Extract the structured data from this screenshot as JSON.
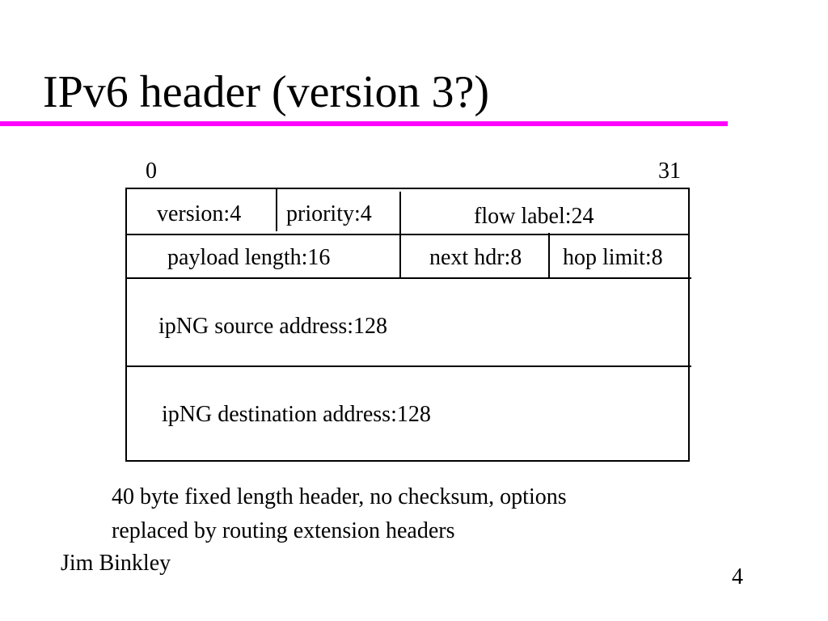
{
  "slide": {
    "title": "IPv6 header  (version 3?)",
    "accent_color": "#ff00ff",
    "bit_start": "0",
    "bit_end": "31",
    "header": {
      "row1": {
        "version": "version:4",
        "priority": "priority:4",
        "flow_label": "flow label:24"
      },
      "row2": {
        "payload_length": "payload length:16",
        "next_hdr": "next hdr:8",
        "hop_limit": "hop limit:8"
      },
      "source_address": "ipNG source address:128",
      "destination_address": "ipNG destination address:128"
    },
    "notes": {
      "line1": "40 byte fixed length header,  no checksum,  options",
      "line2": "replaced by  routing extension headers"
    },
    "author": "Jim Binkley",
    "page_number": "4"
  }
}
